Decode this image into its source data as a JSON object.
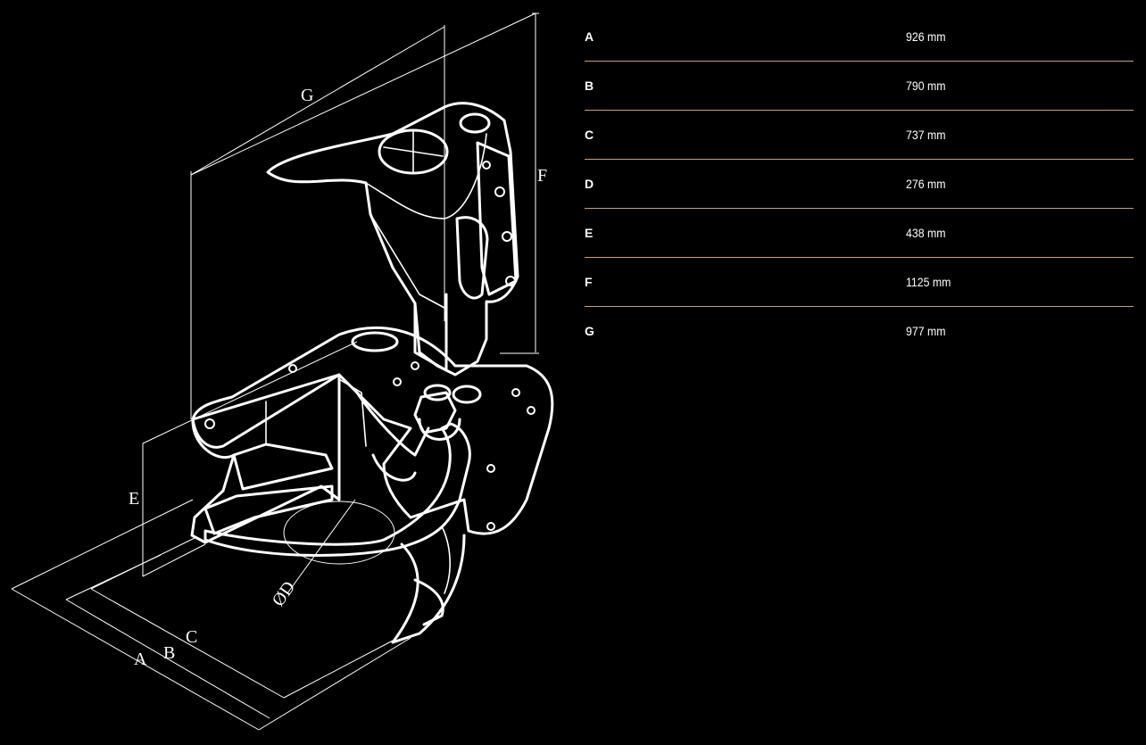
{
  "drawing": {
    "labels": {
      "a": "A",
      "b": "B",
      "c": "C",
      "d": "ØD",
      "e": "E",
      "f": "F",
      "g": "G"
    }
  },
  "specs": [
    {
      "key": "A",
      "value": "926 mm"
    },
    {
      "key": "B",
      "value": "790 mm"
    },
    {
      "key": "C",
      "value": "737 mm"
    },
    {
      "key": "D",
      "value": "276 mm"
    },
    {
      "key": "E",
      "value": "438 mm"
    },
    {
      "key": "F",
      "value": "1125 mm"
    },
    {
      "key": "G",
      "value": "977 mm"
    }
  ],
  "colors": {
    "background": "#000000",
    "line": "#ffffff",
    "divider": "#c9a36a"
  }
}
